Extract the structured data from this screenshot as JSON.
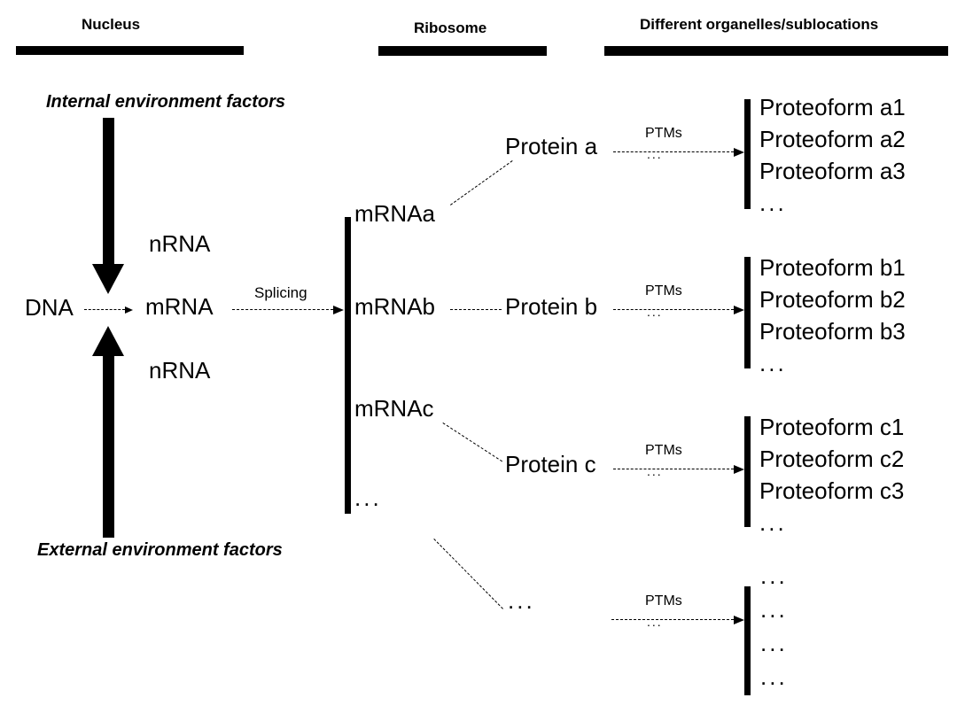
{
  "headers": {
    "nucleus": "Nucleus",
    "ribosome": "Ribosome",
    "organelles": "Different organelles/sublocations"
  },
  "factors": {
    "internal": "Internal environment factors",
    "external": "External environment factors"
  },
  "nucleus_flow": {
    "dna": "DNA",
    "nrna_top": "nRNA",
    "mrna": "mRNA",
    "nrna_bottom": "nRNA",
    "splicing": "Splicing"
  },
  "ribosome_panel": {
    "mrna_a": "mRNAa",
    "mrna_b": "mRNAb",
    "mrna_c": "mRNAc",
    "ellipsis": "..."
  },
  "proteins": {
    "a": "Protein a",
    "b": "Protein b",
    "c": "Protein c",
    "ellipsis": "..."
  },
  "ptm": {
    "label": "PTMs",
    "ellipsis": "..."
  },
  "proteoforms": {
    "group_a": [
      "Proteoform a1",
      "Proteoform a2",
      "Proteoform a3",
      "..."
    ],
    "group_b": [
      "Proteoform b1",
      "Proteoform b2",
      "Proteoform b3",
      "..."
    ],
    "group_c": [
      "Proteoform c1",
      "Proteoform c2",
      "Proteoform c3",
      "..."
    ],
    "group_d": [
      "...",
      "...",
      "...",
      "..."
    ]
  },
  "colors": {
    "ink": "#000000",
    "background": "#ffffff"
  }
}
